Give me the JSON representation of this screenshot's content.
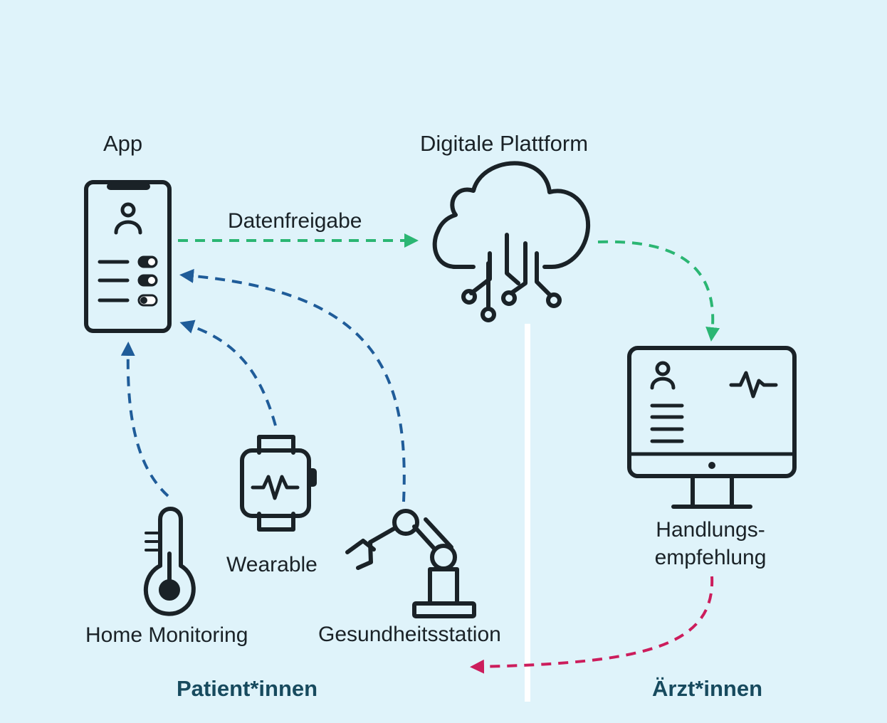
{
  "labels": {
    "app": "App",
    "platform": "Digitale Plattform",
    "data_share": "Datenfreigabe",
    "recommendation_line1": "Handlungs-",
    "recommendation_line2": "empfehlung",
    "wearable": "Wearable",
    "home_monitoring": "Home Monitoring",
    "health_station": "Gesundheitsstation",
    "patients": "Patient*innen",
    "doctors": "Ärzt*innen"
  },
  "colors": {
    "background": "#dff3fa",
    "icon_stroke": "#1a2227",
    "green_arrow": "#2bb673",
    "blue_arrow": "#1f5c99",
    "pink_arrow": "#cc1d5c",
    "group_label": "#174a5e",
    "divider": "#ffffff"
  },
  "icons": [
    "smartphone-icon",
    "cloud-circuit-icon",
    "monitor-icon",
    "smartwatch-icon",
    "thermometer-icon",
    "robot-arm-icon"
  ]
}
